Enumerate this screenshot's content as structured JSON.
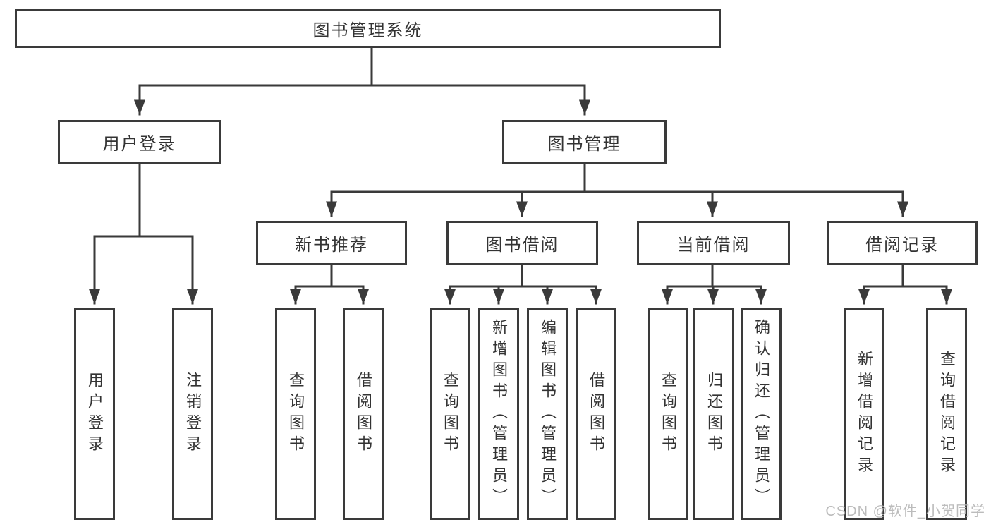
{
  "colors": {
    "line": "#3a3a3a",
    "text": "#333333",
    "watermark": "#b5b5b5",
    "background": "#ffffff"
  },
  "diagram": {
    "type": "hierarchy-tree",
    "root": {
      "label": "图书管理系统"
    },
    "level2": [
      {
        "label": "用户登录"
      },
      {
        "label": "图书管理"
      }
    ],
    "level3": [
      {
        "label": "新书推荐"
      },
      {
        "label": "图书借阅"
      },
      {
        "label": "当前借阅"
      },
      {
        "label": "借阅记录"
      }
    ],
    "leaves": [
      {
        "label": "用户登录"
      },
      {
        "label": "注销登录"
      },
      {
        "label": "查询图书"
      },
      {
        "label": "借阅图书"
      },
      {
        "label": "查询图书"
      },
      {
        "label": "新增图书（管理员）"
      },
      {
        "label": "编辑图书（管理员）"
      },
      {
        "label": "借阅图书"
      },
      {
        "label": "查询图书"
      },
      {
        "label": "归还图书"
      },
      {
        "label": "确认归还（管理员）"
      },
      {
        "label": "新增借阅记录"
      },
      {
        "label": "查询借阅记录"
      }
    ]
  },
  "watermark": {
    "text": "CSDN @软件_小贺同学"
  }
}
